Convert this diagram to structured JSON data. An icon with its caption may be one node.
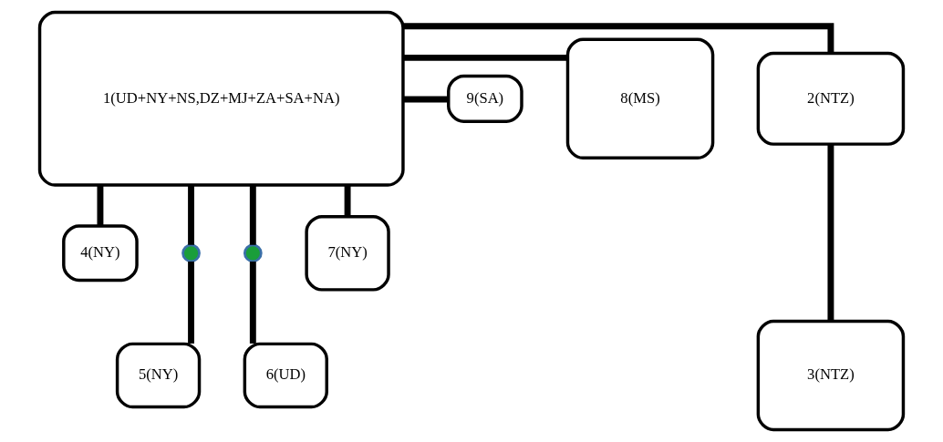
{
  "diagram": {
    "nodes": [
      {
        "text": [
          "1(UD+NY+NS,DZ+MJ+ZA+SA+NA)"
        ]
      },
      {
        "text": [
          "2(NTZ)"
        ]
      },
      {
        "text": [
          "3(NTZ)"
        ]
      },
      {
        "text": [
          "4(NY)"
        ]
      },
      {
        "text": [],
        "shape": "circle"
      },
      {
        "text": [
          "5(NY)"
        ]
      },
      {
        "text": [],
        "shape": "circle"
      },
      {
        "text": [
          "6(UD)"
        ]
      },
      {
        "text": [
          "7(NY)"
        ]
      },
      {
        "text": [
          "8(MS)"
        ]
      },
      {
        "text": [
          "9(SA)"
        ]
      }
    ],
    "edges": [
      {
        "from": 0,
        "to": 1,
        "arrow": "none"
      },
      {
        "from": 1,
        "to": 2,
        "arrow": "none"
      },
      {
        "from": 0,
        "to": 3,
        "arrow": "none"
      },
      {
        "from": 0,
        "to": 4,
        "arrow": "none"
      },
      {
        "from": 4,
        "to": 5,
        "arrow": "none"
      },
      {
        "from": 0,
        "to": 6,
        "arrow": "none"
      },
      {
        "from": 6,
        "to": 7,
        "arrow": "none"
      },
      {
        "from": 0,
        "to": 8,
        "arrow": "none"
      },
      {
        "from": 0,
        "to": 9,
        "arrow": "none"
      },
      {
        "from": 0,
        "to": 10,
        "arrow": "none"
      }
    ]
  }
}
